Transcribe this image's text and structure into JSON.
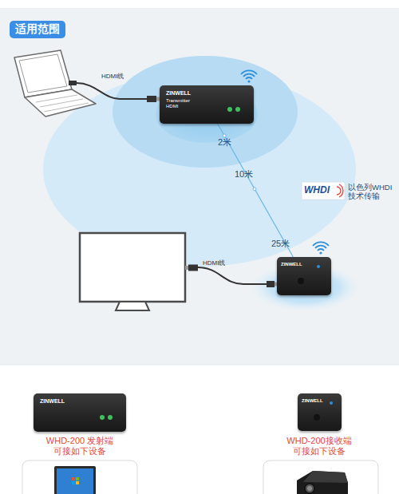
{
  "diagram": {
    "title": "适用范围",
    "nodes": [
      {
        "text": [
          "ZINWELL",
          "Transmitter HDMI"
        ]
      },
      {
        "text": [
          "ZINWELL"
        ]
      },
      {
        "text": [
          "ZINWELL"
        ]
      },
      {
        "text": [
          "ZINWELL"
        ]
      }
    ],
    "edges": [
      {
        "from": 0,
        "to": 1,
        "arrow": "none"
      }
    ],
    "labels": [
      "HDMI线",
      "2米",
      "10米",
      "25米",
      "WHDI",
      "以色列WHDI 技术传输",
      "HDMI线",
      "WHD-200 发射端 可接如下设备",
      "WHD-200接收端 可接如下设备"
    ]
  }
}
